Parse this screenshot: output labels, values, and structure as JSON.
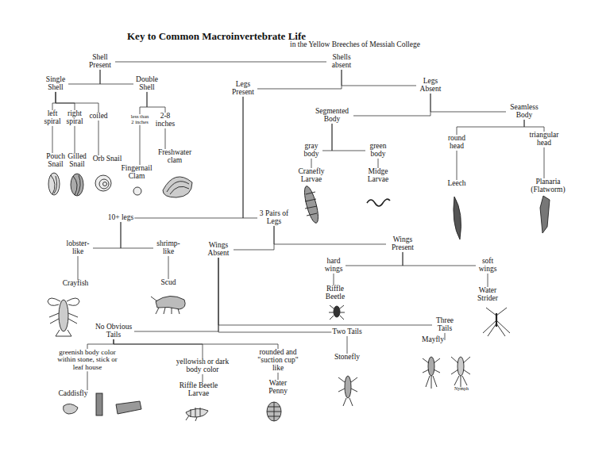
{
  "diagram": {
    "title": "Key to Common Macroinvertebrate Life",
    "nodes": [
      {
        "text": [
          "Shell Present"
        ]
      },
      {
        "text": [
          "Shells absent"
        ]
      },
      {
        "text": [
          "Single Shell"
        ]
      },
      {
        "text": [
          "Double Shell"
        ]
      },
      {
        "text": [
          "left spiral"
        ]
      },
      {
        "text": [
          "right spiral"
        ]
      },
      {
        "text": [
          "coiled"
        ]
      },
      {
        "text": [
          "less than 2 inches"
        ]
      },
      {
        "text": [
          "2-8 inches"
        ]
      },
      {
        "text": [
          "Pouch Snail"
        ]
      },
      {
        "text": [
          "Gilled Snail"
        ]
      },
      {
        "text": [
          "Orb Snail"
        ]
      },
      {
        "text": [
          "Fingernail Clam"
        ]
      },
      {
        "text": [
          "Freshwater clam"
        ]
      },
      {
        "text": [
          "Legs Present"
        ]
      },
      {
        "text": [
          "Legs Absent"
        ]
      },
      {
        "text": [
          "Segmented Body"
        ]
      },
      {
        "text": [
          "Seamless Body"
        ]
      },
      {
        "text": [
          "gray body"
        ]
      },
      {
        "text": [
          "green body"
        ]
      },
      {
        "text": [
          "Cranefly Larvae"
        ]
      },
      {
        "text": [
          "Midge Larvae"
        ]
      },
      {
        "text": [
          "round head"
        ]
      },
      {
        "text": [
          "triangular head"
        ]
      },
      {
        "text": [
          "Leech"
        ]
      },
      {
        "text": [
          "Planaria (Flatworm)"
        ]
      },
      {
        "text": [
          "10+ legs"
        ]
      },
      {
        "text": [
          "3 Pairs of Legs"
        ]
      },
      {
        "text": [
          "lobster-like"
        ]
      },
      {
        "text": [
          "shrimp-like"
        ]
      },
      {
        "text": [
          "Crayfish"
        ]
      },
      {
        "text": [
          "Scud"
        ]
      },
      {
        "text": [
          "Wings Absent"
        ]
      },
      {
        "text": [
          "Wings Present"
        ]
      },
      {
        "text": [
          "hard wings"
        ]
      },
      {
        "text": [
          "soft wings"
        ]
      },
      {
        "text": [
          "Riffle Beetle"
        ]
      },
      {
        "text": [
          "Water Strider"
        ]
      },
      {
        "text": [
          "No Obvious Tails"
        ]
      },
      {
        "text": [
          "Two Tails"
        ]
      },
      {
        "text": [
          "Three Tails"
        ]
      },
      {
        "text": [
          "greenish body color within stone, stick or leaf house"
        ]
      },
      {
        "text": [
          "yellowish or dark body color"
        ]
      },
      {
        "text": [
          "rounded and \"suction cup\" like"
        ]
      },
      {
        "text": [
          "Stonefly"
        ]
      },
      {
        "text": [
          "Mayfly"
        ]
      },
      {
        "text": [
          "Caddisfly"
        ]
      },
      {
        "text": [
          "Riffle Beetle Larvae"
        ]
      },
      {
        "text": [
          "Water Penny"
        ]
      }
    ],
    "edges": [
      {
        "from": 0,
        "to": 1,
        "arrow": "none"
      },
      {
        "from": 0,
        "to": 2,
        "arrow": "none"
      },
      {
        "from": 0,
        "to": 3,
        "arrow": "none"
      },
      {
        "from": 2,
        "to": 4,
        "arrow": "none"
      },
      {
        "from": 2,
        "to": 5,
        "arrow": "none"
      },
      {
        "from": 2,
        "to": 6,
        "arrow": "none"
      },
      {
        "from": 4,
        "to": 9,
        "arrow": "none"
      },
      {
        "from": 5,
        "to": 10,
        "arrow": "none"
      },
      {
        "from": 6,
        "to": 11,
        "arrow": "none"
      },
      {
        "from": 3,
        "to": 7,
        "arrow": "none"
      },
      {
        "from": 3,
        "to": 8,
        "arrow": "none"
      },
      {
        "from": 7,
        "to": 12,
        "arrow": "none"
      },
      {
        "from": 8,
        "to": 13,
        "arrow": "none"
      },
      {
        "from": 1,
        "to": 14,
        "arrow": "none"
      },
      {
        "from": 1,
        "to": 15,
        "arrow": "none"
      },
      {
        "from": 15,
        "to": 16,
        "arrow": "none"
      },
      {
        "from": 15,
        "to": 17,
        "arrow": "none"
      },
      {
        "from": 16,
        "to": 18,
        "arrow": "none"
      },
      {
        "from": 16,
        "to": 19,
        "arrow": "none"
      },
      {
        "from": 18,
        "to": 20,
        "arrow": "none"
      },
      {
        "from": 19,
        "to": 21,
        "arrow": "none"
      },
      {
        "from": 17,
        "to": 22,
        "arrow": "none"
      },
      {
        "from": 17,
        "to": 23,
        "arrow": "none"
      },
      {
        "from": 22,
        "to": 24,
        "arrow": "none"
      },
      {
        "from": 23,
        "to": 25,
        "arrow": "none"
      },
      {
        "from": 14,
        "to": 26,
        "arrow": "none"
      },
      {
        "from": 14,
        "to": 27,
        "arrow": "none"
      },
      {
        "from": 26,
        "to": 28,
        "arrow": "none"
      },
      {
        "from": 26,
        "to": 29,
        "arrow": "none"
      },
      {
        "from": 28,
        "to": 30,
        "arrow": "none"
      },
      {
        "from": 29,
        "to": 31,
        "arrow": "none"
      },
      {
        "from": 27,
        "to": 32,
        "arrow": "none"
      },
      {
        "from": 27,
        "to": 33,
        "arrow": "none"
      },
      {
        "from": 33,
        "to": 34,
        "arrow": "none"
      },
      {
        "from": 33,
        "to": 35,
        "arrow": "none"
      },
      {
        "from": 34,
        "to": 36,
        "arrow": "none"
      },
      {
        "from": 35,
        "to": 37,
        "arrow": "none"
      },
      {
        "from": 32,
        "to": 38,
        "arrow": "none"
      },
      {
        "from": 32,
        "to": 39,
        "arrow": "none"
      },
      {
        "from": 32,
        "to": 40,
        "arrow": "none"
      },
      {
        "from": 38,
        "to": 41,
        "arrow": "none"
      },
      {
        "from": 38,
        "to": 42,
        "arrow": "none"
      },
      {
        "from": 38,
        "to": 43,
        "arrow": "none"
      },
      {
        "from": 41,
        "to": 46,
        "arrow": "none"
      },
      {
        "from": 42,
        "to": 47,
        "arrow": "none"
      },
      {
        "from": 43,
        "to": 48,
        "arrow": "none"
      },
      {
        "from": 39,
        "to": 44,
        "arrow": "none"
      },
      {
        "from": 40,
        "to": 45,
        "arrow": "none"
      }
    ],
    "labels": [
      "in the Yellow Breeches of Messiah College",
      "Nymph"
    ]
  }
}
